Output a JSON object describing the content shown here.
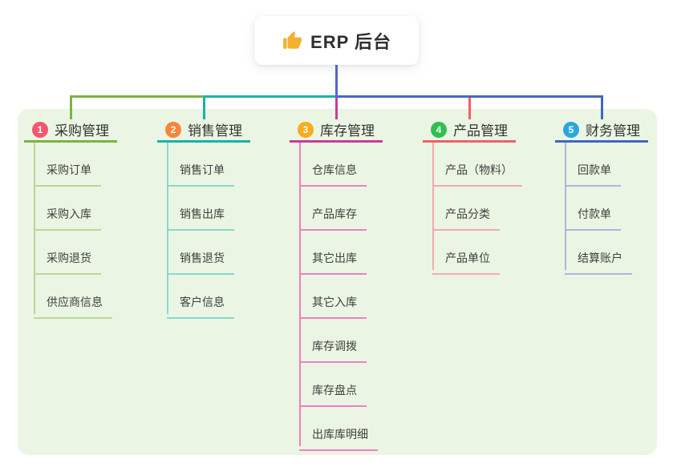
{
  "root": {
    "title": "ERP 后台",
    "icon": "thumbs-up-icon"
  },
  "branches": [
    {
      "badge": "1",
      "label": "采购管理",
      "badge_color": "#f3566f",
      "color": "#7cb342",
      "light_color": "#bcd795",
      "children": [
        "采购订单",
        "采购入库",
        "采购退货",
        "供应商信息"
      ]
    },
    {
      "badge": "2",
      "label": "销售管理",
      "badge_color": "#f8853c",
      "color": "#16b3ab",
      "light_color": "#87d8d1",
      "children": [
        "销售订单",
        "销售出库",
        "销售退货",
        "客户信息"
      ]
    },
    {
      "badge": "3",
      "label": "库存管理",
      "badge_color": "#fbab20",
      "color": "#cb399e",
      "light_color": "#f07fc0",
      "children": [
        "仓库信息",
        "产品库存",
        "其它出库",
        "其它入库",
        "库存调拨",
        "库存盘点",
        "出库库明细"
      ]
    },
    {
      "badge": "4",
      "label": "产品管理",
      "badge_color": "#30bf52",
      "color": "#f25f66",
      "light_color": "#f8a8ab",
      "children": [
        "产品（物料）",
        "产品分类",
        "产品单位"
      ]
    },
    {
      "badge": "5",
      "label": "财务管理",
      "badge_color": "#2aa7dd",
      "color": "#4065c6",
      "light_color": "#a9b9dc",
      "children": [
        "回款单",
        "付款单",
        "结算账户"
      ]
    }
  ],
  "colors": {
    "panel_bg": "#eaf6e3",
    "trunk_green": "#7cb342",
    "trunk_teal": "#16b3ab",
    "trunk_blue": "#4b66c8",
    "root_drop": "#5568cd",
    "drop_magenta": "#cb399e",
    "drop_red": "#f25f66",
    "thumb_yellow": "#f2b12e"
  }
}
